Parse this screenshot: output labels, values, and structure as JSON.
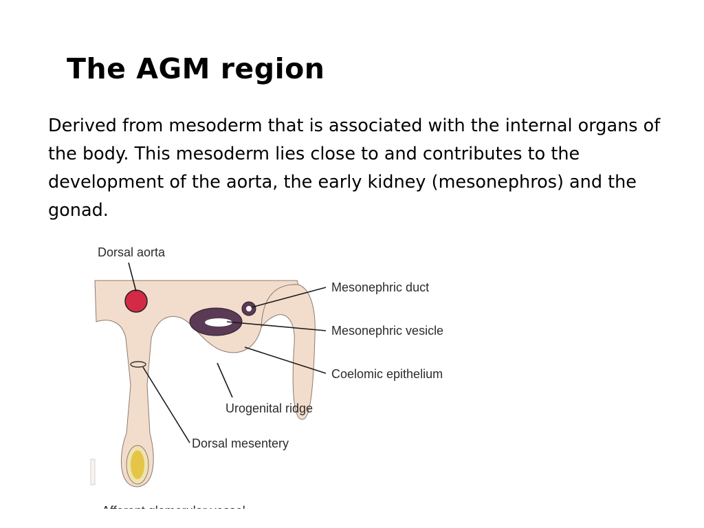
{
  "slide": {
    "title": "The AGM region",
    "body": "Derived from mesoderm that is associated with the internal organs of the body. This mesoderm lies close to and contributes to the development of the aorta, the early kidney (mesonephros) and the gonad."
  },
  "diagram": {
    "labels": {
      "dorsal_aorta": "Dorsal aorta",
      "mesonephric_duct": "Mesonephric duct",
      "mesonephric_vesicle": "Mesonephric vesicle",
      "coelomic_epithelium": "Coelomic epithelium",
      "urogenital_ridge": "Urogenital ridge",
      "dorsal_mesentery": "Dorsal mesentery",
      "afferent_glomerular_vessel": "Afferent glomerular vessel"
    },
    "colors": {
      "tissue": "#f2dccb",
      "tissue_outline": "#8c7a70",
      "aorta": "#d42a46",
      "vesicle_wall": "#5a3a55",
      "gut": "#e5c547"
    }
  }
}
